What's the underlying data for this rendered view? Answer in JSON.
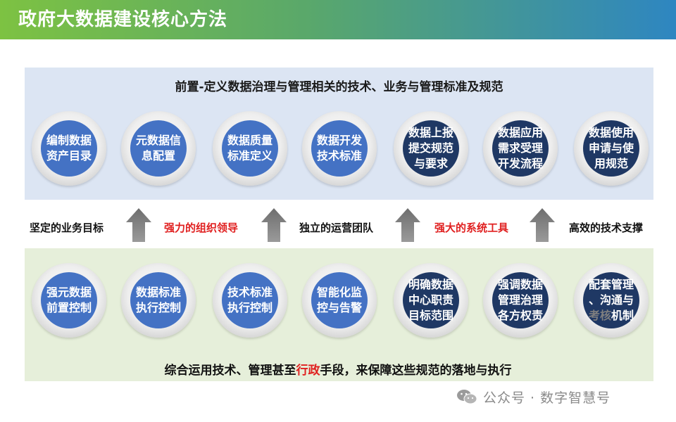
{
  "header": {
    "title": "政府大数据建设核心方法"
  },
  "top_panel": {
    "title": "前置-定义数据治理与管理相关的技术、业务与管理标准及规范",
    "circles": [
      {
        "label": "编制数据\n资产目录",
        "style": "blue"
      },
      {
        "label": "元数据信\n息配置",
        "style": "blue"
      },
      {
        "label": "数据质量\n标准定义",
        "style": "blue"
      },
      {
        "label": "数据开发\n技术标准",
        "style": "blue"
      },
      {
        "label": "数据上报\n提交规范\n与要求",
        "style": "navy"
      },
      {
        "label": "数据应用\n需求受理\n开发流程",
        "style": "navy"
      },
      {
        "label": "数据使用\n申请与使\n用规范",
        "style": "navy"
      }
    ]
  },
  "middle": {
    "labels": [
      {
        "text": "坚定的业务目标",
        "highlight": false
      },
      {
        "text": "强力的组织领导",
        "highlight": true
      },
      {
        "text": "独立的运营团队",
        "highlight": false
      },
      {
        "text": "强大的系统工具",
        "highlight": true
      },
      {
        "text": "高效的技术支撑",
        "highlight": false
      }
    ],
    "arrow_icon": "up-arrow-icon"
  },
  "bottom_panel": {
    "circles": [
      {
        "label": "强元数据\n前置控制",
        "style": "blue"
      },
      {
        "label": "数据标准\n执行控制",
        "style": "blue"
      },
      {
        "label": "技术标准\n执行控制",
        "style": "blue"
      },
      {
        "label": "智能化监\n控与告警",
        "style": "blue"
      },
      {
        "label": "明确数据\n中心职责\n目标范围",
        "style": "navy"
      },
      {
        "label": "强调数据\n管理治理\n各方权责",
        "style": "navy"
      },
      {
        "label_line1": "配套管理",
        "label_line2": "、沟通与",
        "label_line3_gray": "考核",
        "label_line3_rest": "机制",
        "style": "navy"
      }
    ],
    "footer_before": "综合运用技术、管理甚至",
    "footer_highlight": "行政",
    "footer_after": "手段，来保障这些规范的落地与执行"
  },
  "watermark": {
    "text": "公众号 · 数字智慧号",
    "icon": "wechat-icon"
  },
  "colors": {
    "blue": "#4472c4",
    "navy": "#1f3864",
    "red": "#e02020",
    "banner_start": "#7dc242",
    "banner_end": "#2e86c1"
  }
}
